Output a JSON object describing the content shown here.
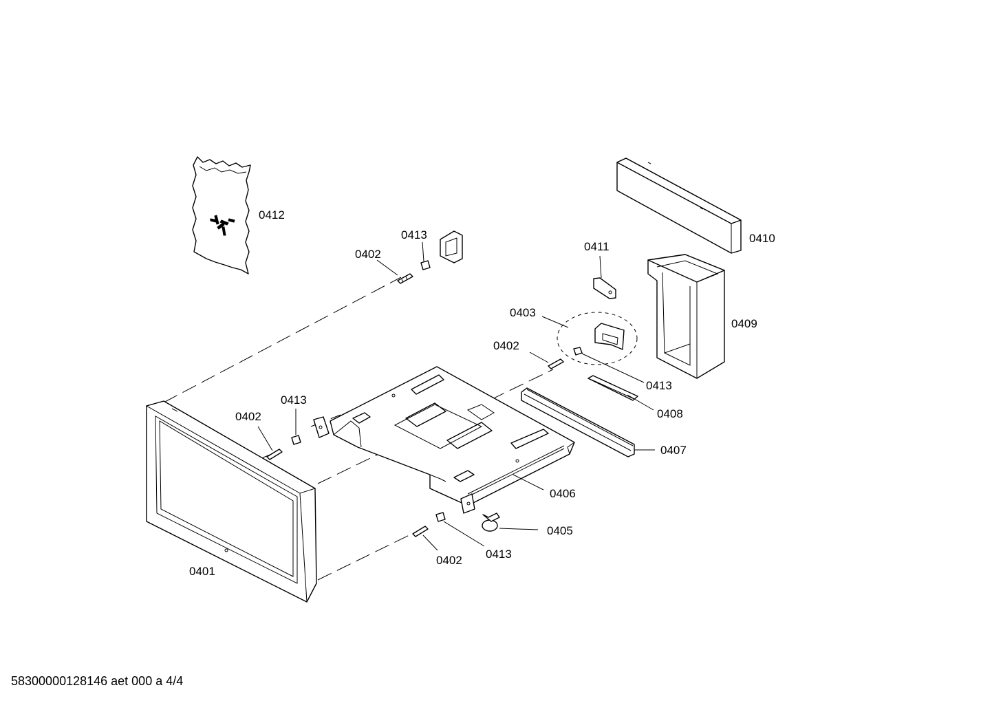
{
  "diagram": {
    "parts": {
      "p0401": "0401",
      "p0402a": "0402",
      "p0402b": "0402",
      "p0402c": "0402",
      "p0402d": "0402",
      "p0403": "0403",
      "p0405": "0405",
      "p0406": "0406",
      "p0407": "0407",
      "p0408": "0408",
      "p0409": "0409",
      "p0410": "0410",
      "p0411": "0411",
      "p0412": "0412",
      "p0413a": "0413",
      "p0413b": "0413",
      "p0413c": "0413",
      "p0413d": "0413"
    }
  },
  "footer": {
    "doc_id": "58300000128146 aet 000 a 4/4"
  }
}
